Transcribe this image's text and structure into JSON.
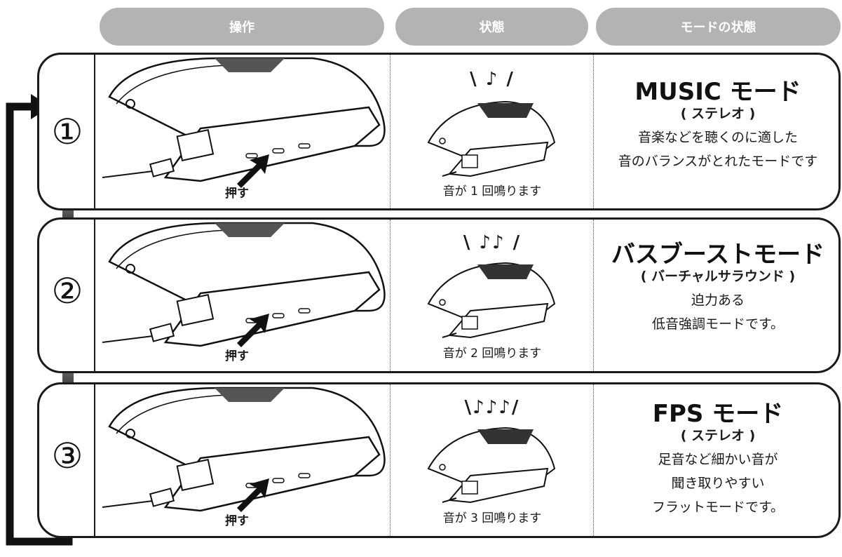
{
  "headers": {
    "operation": "操作",
    "state": "状態",
    "mode_state": "モードの状態"
  },
  "rows": [
    {
      "number": "①",
      "push_label": "押す",
      "notes": "\\ ♪ /",
      "beep_text": "音が 1 回鳴ります",
      "mode_title": "MUSIC モード",
      "mode_sub": "( ステレオ )",
      "desc": [
        "音楽などを聴くのに適した",
        "音のバランスがとれたモードです"
      ]
    },
    {
      "number": "②",
      "push_label": "押す",
      "notes": "\\ ♪♪ /",
      "beep_text": "音が 2 回鳴ります",
      "mode_title": "バスブーストモード",
      "mode_sub": "( バーチャルサラウンド )",
      "desc": [
        "迫力ある",
        "低音強調モードです。"
      ]
    },
    {
      "number": "③",
      "push_label": "押す",
      "notes": "\\♪♪♪/",
      "beep_text": "音が 3 回鳴ります",
      "mode_title": "FPS モード",
      "mode_sub": "( ステレオ )",
      "desc": [
        "足音など細かい音が",
        "聞き取りやすい",
        "フラットモードです。"
      ]
    }
  ]
}
